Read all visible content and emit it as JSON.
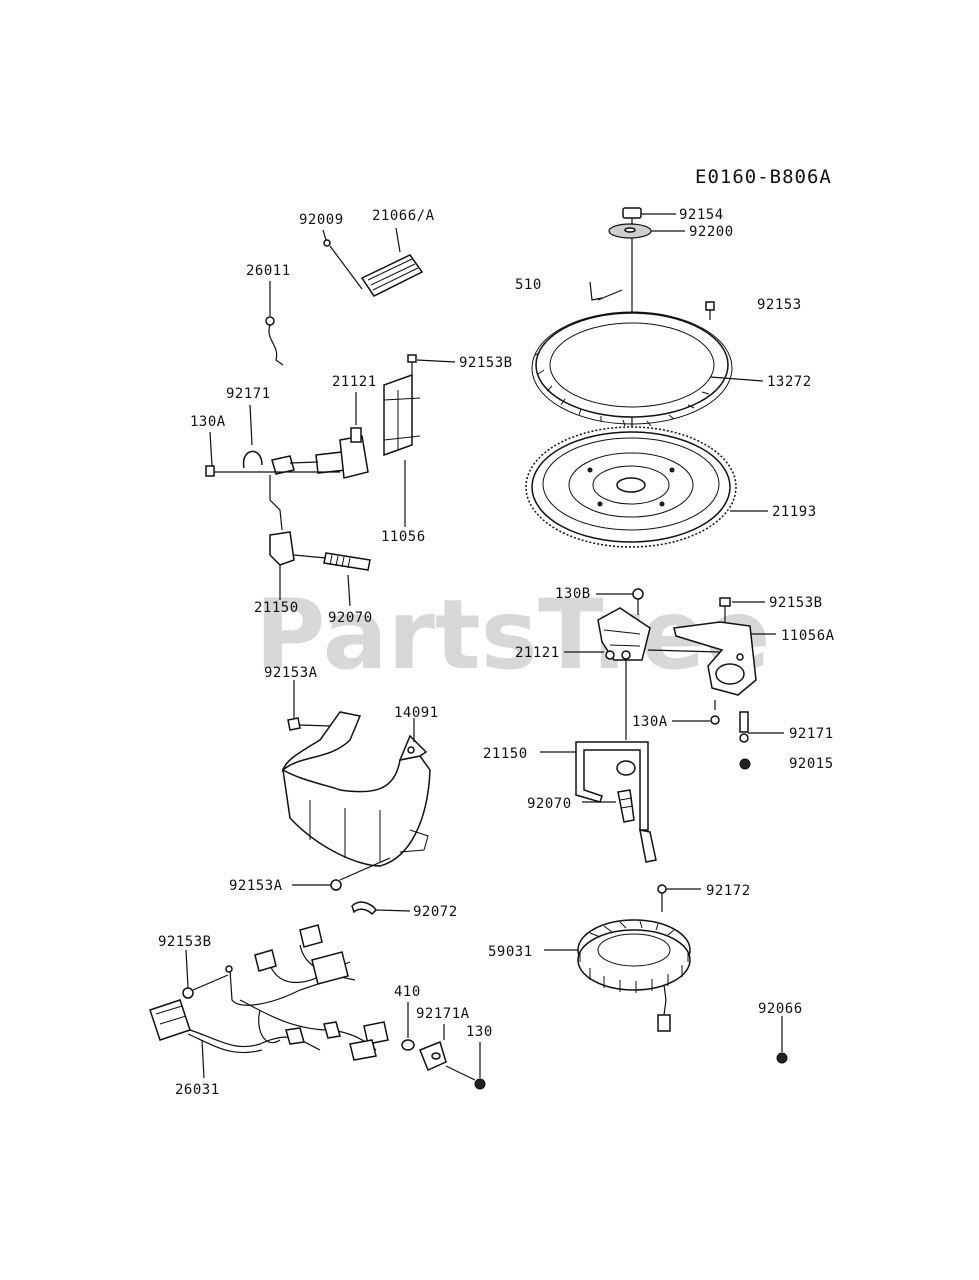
{
  "diagram": {
    "code": "E0160-B806A",
    "watermark": "PartsTree",
    "labels": {
      "p92154": "92154",
      "p92200": "92200",
      "p510": "510",
      "p92153": "92153",
      "p13272": "13272",
      "p21193": "21193",
      "p92009": "92009",
      "p21066A": "21066/A",
      "p26011": "26011",
      "p92153B_top": "92153B",
      "p92171_left": "92171",
      "p21121_left": "21121",
      "p130A_left": "130A",
      "p11056": "11056",
      "p21150_left": "21150",
      "p92070_left": "92070",
      "p130B": "130B",
      "p92153B_right": "92153B",
      "p11056A": "11056A",
      "p21121_right": "21121",
      "p130A_right": "130A",
      "p92171_right": "92171",
      "p92015": "92015",
      "p21150_right": "21150",
      "p92070_right": "92070",
      "p92153A_top": "92153A",
      "p14091": "14091",
      "p92153A_bottom": "92153A",
      "p92072": "92072",
      "p92153B_bottom": "92153B",
      "p26031": "26031",
      "p410": "410",
      "p92171A": "92171A",
      "p130": "130",
      "p92172": "92172",
      "p59031": "59031",
      "p92066": "92066"
    }
  }
}
